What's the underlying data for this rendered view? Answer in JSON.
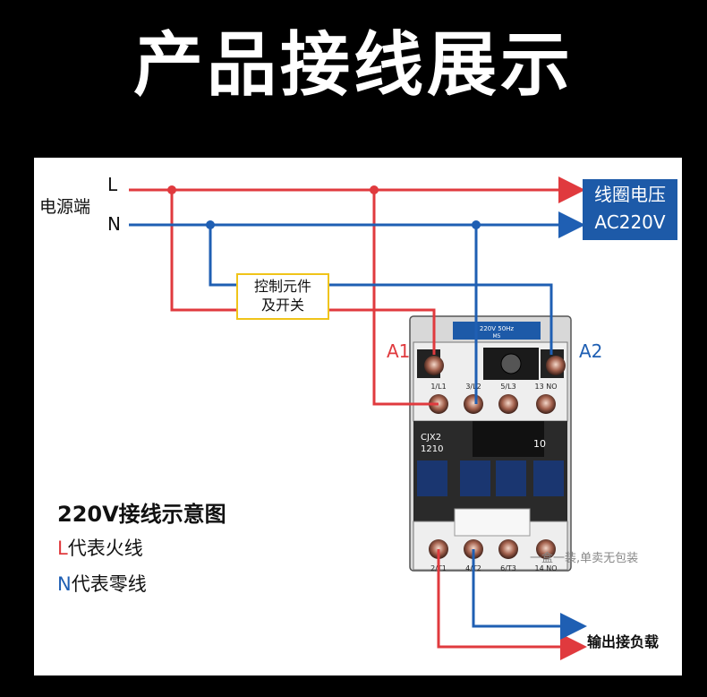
{
  "title": "产品接线展示",
  "source_label": "电源端",
  "line_L": "L",
  "line_N": "N",
  "coil_voltage": {
    "line1": "线圈电压",
    "line2": "AC220V"
  },
  "control_element": {
    "line1": "控制元件",
    "line2": "及开关"
  },
  "terminal_a1": "A1",
  "terminal_a2": "A2",
  "contactor": {
    "model": "CJX2",
    "model_number": "1210",
    "rating": "10",
    "coil_label": "220V 50Hz",
    "coil_code": "M5",
    "top_terminals": [
      "1/L1",
      "3/L2",
      "5/L3",
      "13 NO"
    ],
    "bottom_terminals": [
      "2/T1",
      "4/T2",
      "6/T3",
      "14 NO"
    ]
  },
  "output_label": "输出接负载",
  "watermark": "一盒一装,单卖无包装",
  "legend": {
    "title": "220V接线示意图",
    "l_letter": "L",
    "l_text": "代表火线",
    "n_letter": "N",
    "n_text": "代表零线"
  },
  "colors": {
    "live": "#e03a3e",
    "neutral": "#1f5fb3",
    "coil_box": "#1d5aa8",
    "switch_border": "#f0c419"
  }
}
